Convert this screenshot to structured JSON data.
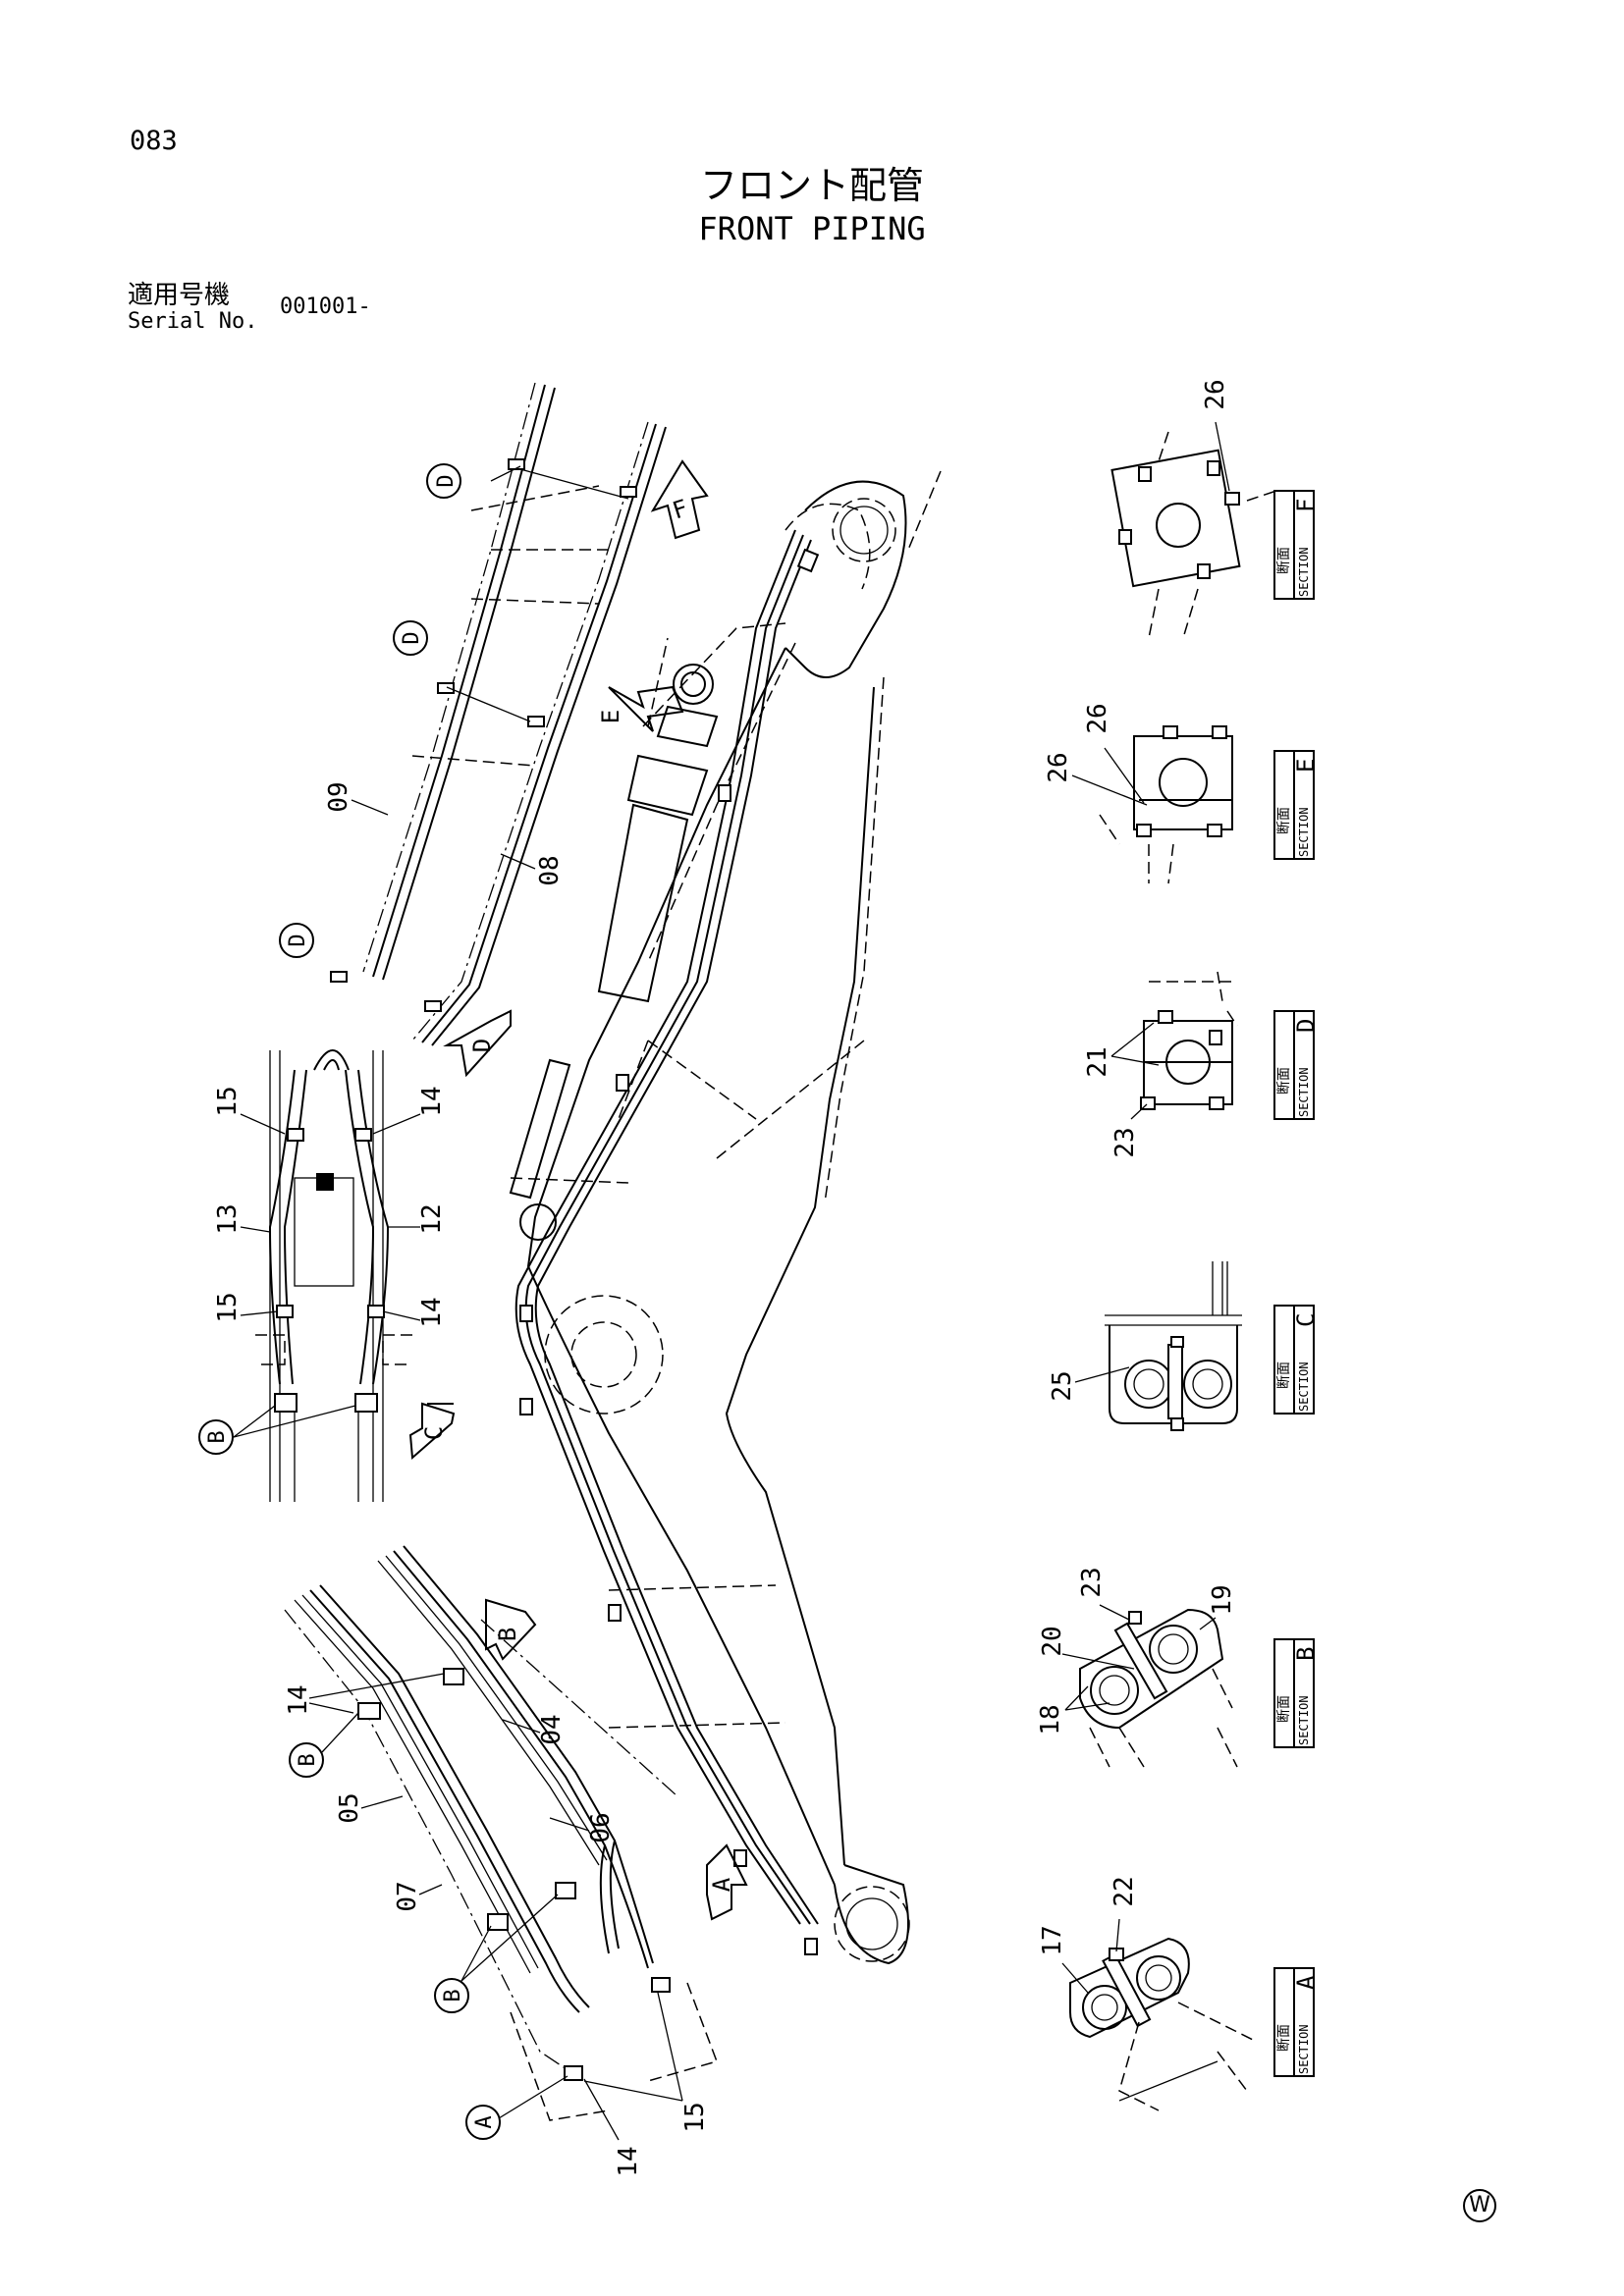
{
  "header": {
    "page_number": "083",
    "title_jp": "フロント配管",
    "title_en": "FRONT PIPING",
    "serial_label_jp": "適用号機",
    "serial_label_en": "Serial No.",
    "serial_value": "001001-"
  },
  "section_labels": {
    "jp": "断面",
    "en": "SECTION",
    "sections": [
      "F",
      "E",
      "D",
      "C",
      "B",
      "A"
    ]
  },
  "view_refs": [
    "A",
    "B",
    "C",
    "D",
    "E",
    "F"
  ],
  "part_numbers": [
    "04",
    "05",
    "06",
    "07",
    "08",
    "09",
    "12",
    "13",
    "14",
    "15",
    "17",
    "18",
    "19",
    "20",
    "21",
    "22",
    "23",
    "25",
    "26"
  ],
  "section_part_callouts": {
    "F": [
      "26"
    ],
    "E": [
      "26",
      "26"
    ],
    "D": [
      "21",
      "23"
    ],
    "C": [
      "25"
    ],
    "B": [
      "23",
      "19",
      "20",
      "18"
    ],
    "A": [
      "22",
      "17"
    ]
  },
  "watermark": "W"
}
